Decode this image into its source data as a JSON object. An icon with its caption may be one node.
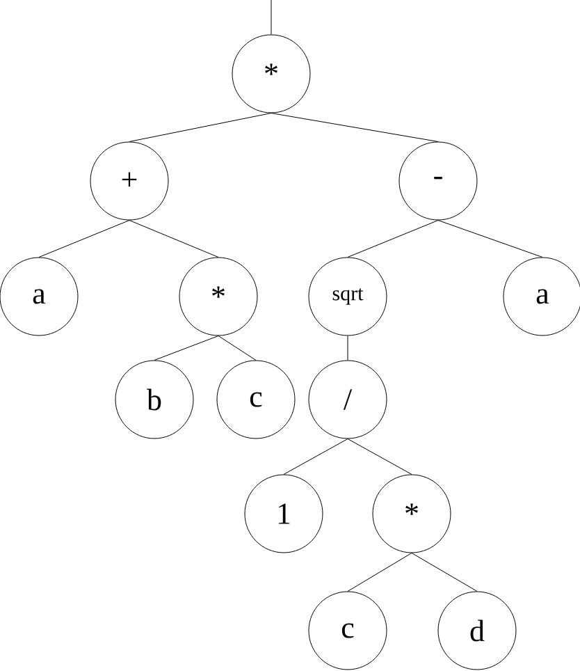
{
  "diagram": {
    "nodes": [
      {
        "text": [
          "*"
        ]
      },
      {
        "text": [
          "+"
        ]
      },
      {
        "text": [
          "-"
        ]
      },
      {
        "text": [
          "a"
        ]
      },
      {
        "text": [
          "*"
        ]
      },
      {
        "text": [
          "sqrt"
        ]
      },
      {
        "text": [
          "a"
        ]
      },
      {
        "text": [
          "b"
        ]
      },
      {
        "text": [
          "c"
        ]
      },
      {
        "text": [
          "/"
        ]
      },
      {
        "text": [
          "1"
        ]
      },
      {
        "text": [
          "*"
        ]
      },
      {
        "text": [
          "c"
        ]
      },
      {
        "text": [
          "d"
        ]
      }
    ],
    "edges": [
      {
        "from": null,
        "to": 0,
        "arrow": "none"
      },
      {
        "from": 0,
        "to": 1,
        "arrow": "none"
      },
      {
        "from": 0,
        "to": 2,
        "arrow": "none"
      },
      {
        "from": 1,
        "to": 3,
        "arrow": "none"
      },
      {
        "from": 1,
        "to": 4,
        "arrow": "none"
      },
      {
        "from": 2,
        "to": 5,
        "arrow": "none"
      },
      {
        "from": 2,
        "to": 6,
        "arrow": "none"
      },
      {
        "from": 4,
        "to": 7,
        "arrow": "none"
      },
      {
        "from": 4,
        "to": 8,
        "arrow": "none"
      },
      {
        "from": 5,
        "to": 9,
        "arrow": "none"
      },
      {
        "from": 9,
        "to": 10,
        "arrow": "none"
      },
      {
        "from": 9,
        "to": 11,
        "arrow": "none"
      },
      {
        "from": 11,
        "to": 12,
        "arrow": "none"
      },
      {
        "from": 11,
        "to": 13,
        "arrow": "none"
      }
    ]
  }
}
